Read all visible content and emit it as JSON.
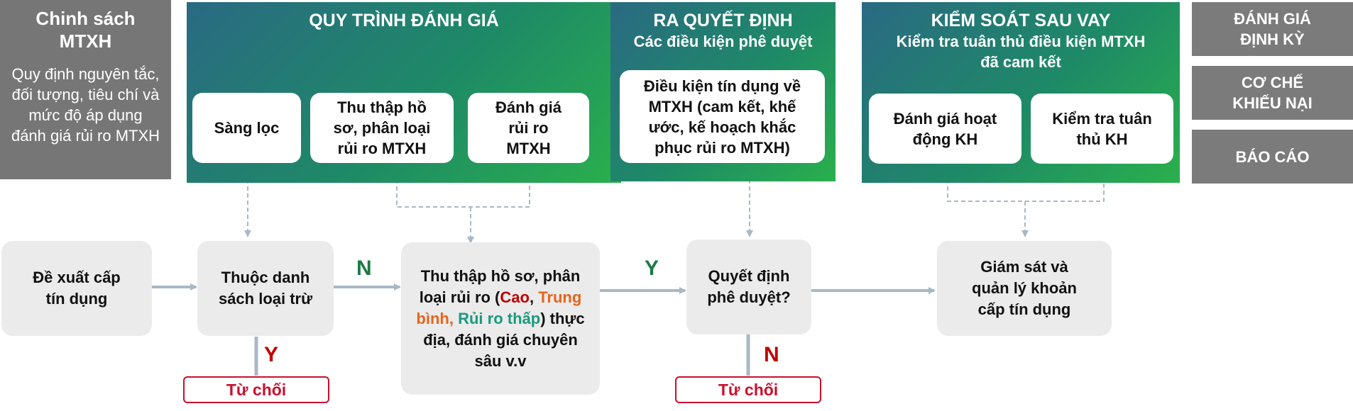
{
  "policy": {
    "title": "Chinh sách MTXH",
    "body": "Quy định nguyên tắc, đối tượng, tiêu chí và mức độ áp dụng đánh giá rủi ro MTXH"
  },
  "evaluation": {
    "title": "QUY TRÌNH ĐÁNH GIÁ",
    "boxes": [
      "Sàng lọc",
      "Thu thập hồ sơ, phân loại rủi ro MTXH",
      "Đánh giá rủi ro MTXH"
    ]
  },
  "decision_panel": {
    "title": "RA QUYẾT ĐỊNH",
    "subtitle": "Các điều kiện phê duyệt",
    "box": "Điều kiện tín dụng về MTXH (cam kết, khế ước, kế hoạch khắc phục rủi ro MTXH)"
  },
  "post_loan": {
    "title": "KIỂM SOÁT SAU VAY",
    "subtitle": "Kiểm tra tuân thủ điều kiện MTXH đã cam kết",
    "boxes": [
      "Đánh giá hoạt động KH",
      "Kiểm tra tuân thủ KH"
    ]
  },
  "side_items": [
    "ĐÁNH GIÁ ĐỊNH KỲ",
    "CƠ CHẾ KHIẾU NẠI",
    "BÁO CÁO"
  ],
  "flow": {
    "proposal": "Đề xuất cấp tín dụng",
    "exclusion": "Thuộc danh sách loại trừ",
    "collect_prefix": "Thu thập hồ sơ, phân loại rủi ro (",
    "level_high": "Cao",
    "sep1": ", ",
    "level_medium": "Trung bình,",
    "level_low": "Rủi ro thấp",
    "collect_suffix": ") thực địa, đánh giá chuyên sâu v.v",
    "approval": "Quyết định phê duyệt?",
    "monitor": "Giám sát và quản lý khoản cấp tín dụng",
    "reject1": "Từ chối",
    "reject2": "Từ chối",
    "label_n1": "N",
    "label_y1": "Y",
    "label_y2": "Y",
    "label_n2": "N"
  },
  "colors": {
    "gray_box": "#767676",
    "green_start": "#2a6a83",
    "green_end": "#2ab04c",
    "reject_red": "#c8102e",
    "label_green": "#1d7a45"
  }
}
